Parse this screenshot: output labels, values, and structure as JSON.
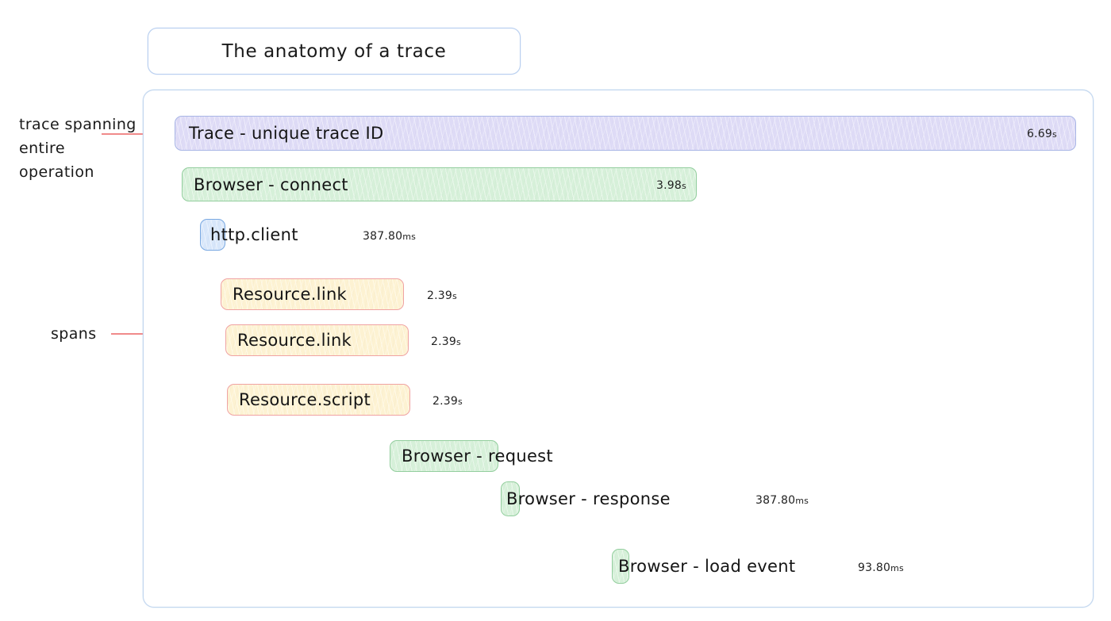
{
  "title": {
    "text": "The anatomy of a trace"
  },
  "annotations": {
    "trace_label": "trace spanning entire operation",
    "spans_label": "spans"
  },
  "colors": {
    "trace_fill": "#dedbf6",
    "trace_border": "#a9b6e6",
    "browser_fill": "#d6f0d9",
    "browser_border": "#93ce9e",
    "http_fill": "#d7e6fa",
    "http_border": "#7aa9e2",
    "resource_fill": "#fdf2d2",
    "resource_border": "#f0a3a3",
    "container_border": "#c2d6ef",
    "annotation_line": "#f37b7b",
    "timeline_guide": "#8fb6e8"
  },
  "chart_data": {
    "type": "bar",
    "title": "The anatomy of a trace",
    "xlabel": "",
    "ylabel": "",
    "categories": [
      "Trace - unique trace ID",
      "Browser - connect",
      "http.client",
      "Resource.link",
      "Resource.link",
      "Resource.script",
      "Browser - request",
      "Browser - response",
      "Browser - load event"
    ],
    "values": [
      6.69,
      3.98,
      0.3878,
      2.39,
      2.39,
      2.39,
      0.0,
      0.3878,
      0.0938
    ],
    "units": [
      "s",
      "s",
      "ms",
      "s",
      "s",
      "s",
      "",
      "ms",
      "ms"
    ],
    "value_labels": [
      "6.69s",
      "3.98s",
      "387.80ms",
      "2.39s",
      "2.39s",
      "2.39s",
      "",
      "387.80ms",
      "93.80ms"
    ]
  },
  "spans": [
    {
      "name": "Trace - unique trace ID",
      "duration": "6.69",
      "unit": "s",
      "duration_inside": true,
      "color": "purple"
    },
    {
      "name": "Browser - connect",
      "duration": "3.98",
      "unit": "s",
      "duration_inside": true,
      "color": "green"
    },
    {
      "name": "http.client",
      "duration": "387.80",
      "unit": "ms",
      "duration_inside": false,
      "color": "blue"
    },
    {
      "name": "Resource.link",
      "duration": "2.39",
      "unit": "s",
      "duration_inside": false,
      "color": "cream"
    },
    {
      "name": "Resource.link",
      "duration": "2.39",
      "unit": "s",
      "duration_inside": false,
      "color": "cream"
    },
    {
      "name": "Resource.script",
      "duration": "2.39",
      "unit": "s",
      "duration_inside": false,
      "color": "cream"
    },
    {
      "name": "Browser - request",
      "duration": "",
      "unit": "",
      "duration_inside": false,
      "color": "green"
    },
    {
      "name": "Browser - response",
      "duration": "387.80",
      "unit": "ms",
      "duration_inside": false,
      "color": "green"
    },
    {
      "name": "Browser - load event",
      "duration": "93.80",
      "unit": "ms",
      "duration_inside": false,
      "color": "green"
    }
  ]
}
